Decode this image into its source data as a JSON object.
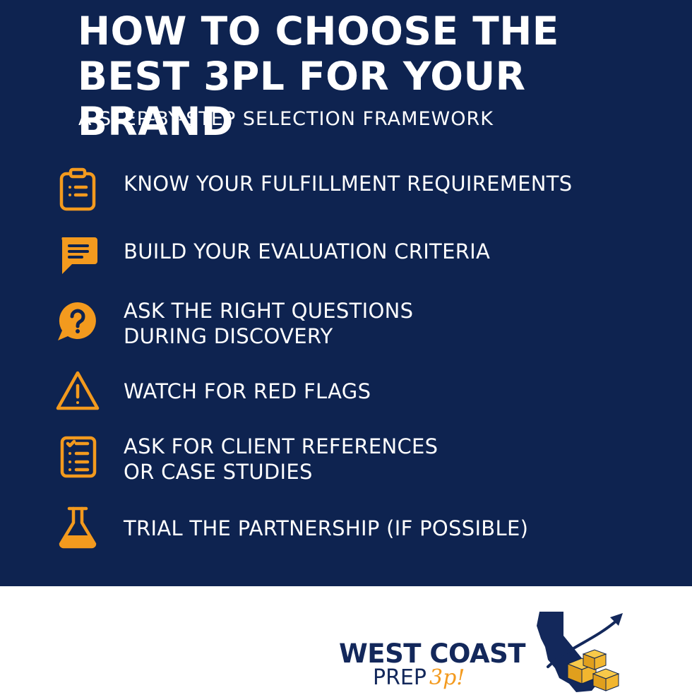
{
  "colors": {
    "background": "#0e2350",
    "accent": "#f39a1e",
    "text": "#ffffff",
    "brand_navy": "#13285b"
  },
  "header": {
    "title": "HOW TO CHOOSE THE\nBEST 3PL FOR YOUR BRAND",
    "subtitle": "A STEP-BY-STEP SELECTION FRAMEWORK"
  },
  "steps": [
    {
      "icon": "clipboard-icon",
      "label": "KNOW YOUR FULFILLMENT REQUIREMENTS"
    },
    {
      "icon": "chat-bubble-icon",
      "label": "BUILD YOUR EVALUATION CRITERIA"
    },
    {
      "icon": "question-bubble-icon",
      "label": "ASK THE RIGHT QUESTIONS\nDURING DISCOVERY"
    },
    {
      "icon": "warning-icon",
      "label": "WATCH FOR RED FLAGS"
    },
    {
      "icon": "checklist-icon",
      "label": "ASK FOR CLIENT REFERENCES\nOR CASE STUDIES"
    },
    {
      "icon": "flask-icon",
      "label": "TRIAL THE PARTNERSHIP (IF POSSIBLE)"
    }
  ],
  "logo": {
    "line1": "WEST COAST",
    "line2": "PREP",
    "accent": "3p!"
  }
}
